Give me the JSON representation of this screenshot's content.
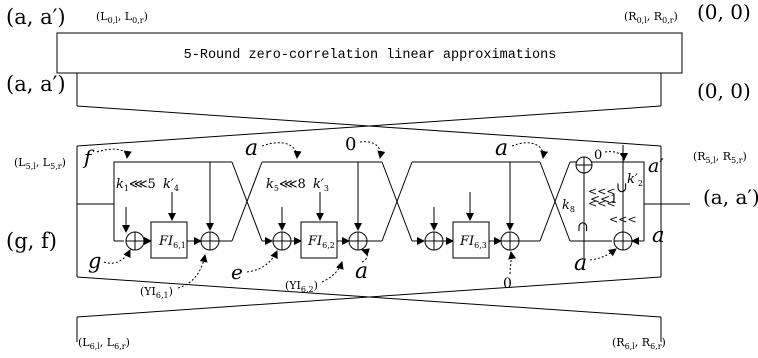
{
  "labels": {
    "top_left_pair": "(a, a′)",
    "top_left_lr": "(L",
    "top_right_lr": "(R",
    "top_right_pair": "(0, 0)",
    "banner": "5-Round zero-correlation linear approximations",
    "mid_left_pair": "(a, a′)",
    "mid_right_pair": "(0, 0)",
    "row5_left_lr": "(L",
    "row5_right_lr": "(R",
    "gf_pair": "(g, f)",
    "right_pair": "(a, a′)",
    "bottom_left_lr": "(L",
    "bottom_right_lr": "(R",
    "var_f": "f",
    "var_a1": "a",
    "var_0": "0",
    "var_a2": "a",
    "var_g": "g",
    "var_e": "e",
    "var_a_bottom": "a",
    "var_0_bottom": "0",
    "var_a_bottom2": "a",
    "var_aprime": "a′",
    "var_a_right": "a",
    "k1": "k",
    "k1_rot": "⋘5",
    "k4": "k′",
    "k5": "k",
    "k5_rot": "⋘8",
    "k3": "k′",
    "k8": "k",
    "k8_rot": "<<<",
    "k8_rot2": "<<1",
    "k2": "k′",
    "rot_left1": "<<<",
    "rot_left2": "<<<",
    "rot_right": "<<<",
    "cap": "∩",
    "cup": "∪",
    "fi61": "FI",
    "fi62": "FI",
    "fi63": "FI",
    "yi61": "(YI",
    "yi62": "(YI"
  }
}
